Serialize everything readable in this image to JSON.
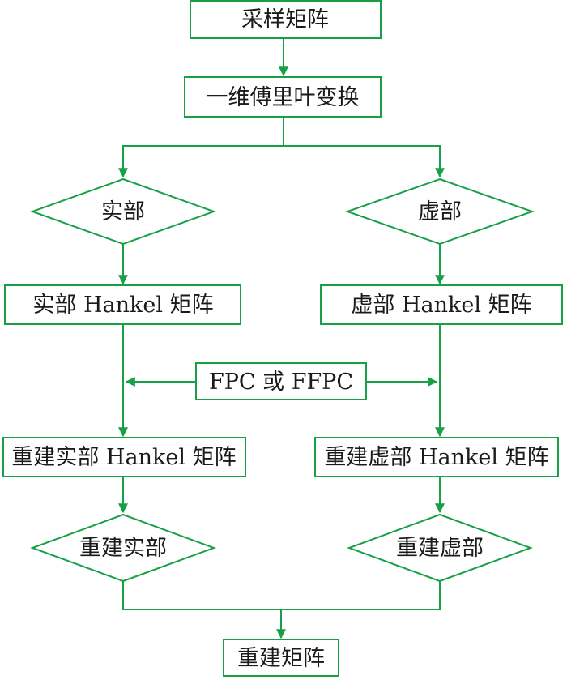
{
  "colors": {
    "stroke": "#18a047",
    "text": "#1a1a1a",
    "background": "#ffffff"
  },
  "nodes": {
    "sampling_matrix": "采样矩阵",
    "fourier_1d": "一维傅里叶变换",
    "real_part": "实部",
    "imag_part": "虚部",
    "real_hankel": "实部 Hankel 矩阵",
    "imag_hankel": "虚部 Hankel 矩阵",
    "fpc": "FPC 或 FFPC",
    "rebuilt_real_hankel": "重建实部 Hankel 矩阵",
    "rebuilt_imag_hankel": "重建虚部 Hankel 矩阵",
    "rebuilt_real": "重建实部",
    "rebuilt_imag": "重建虚部",
    "rebuilt_matrix": "重建矩阵"
  }
}
